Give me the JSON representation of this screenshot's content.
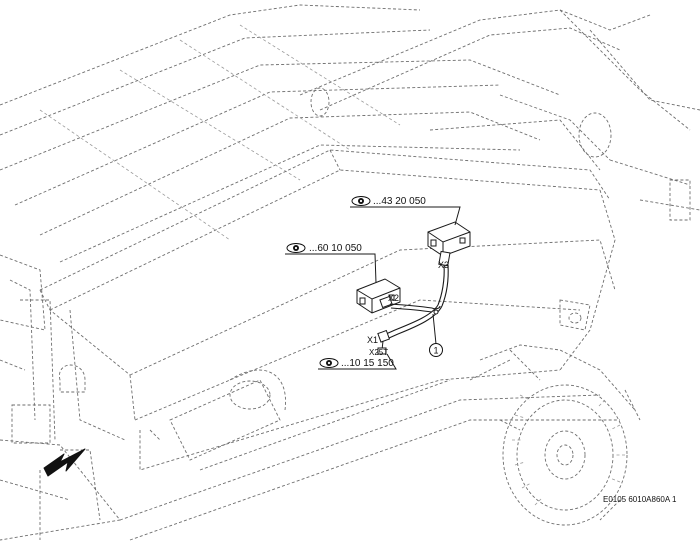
{
  "references": [
    {
      "id": "ref-43",
      "text": "...43 20 050",
      "icon": "eye-icon"
    },
    {
      "id": "ref-60",
      "text": "...60 10 050",
      "icon": "eye-icon"
    },
    {
      "id": "ref-10",
      "text": "...10 15 150",
      "icon": "eye-icon"
    }
  ],
  "connectors": {
    "x1": "X1",
    "x2": "X2",
    "x3": "X3",
    "x25t": "X25T"
  },
  "callout": {
    "number": "1"
  },
  "drawing_code": "E0105 6010A860A 1",
  "direction_icon": "arrow-down-left-icon",
  "colors": {
    "line": "#1a1a1a",
    "ghost": "#6e6e6e",
    "background": "#ffffff"
  }
}
